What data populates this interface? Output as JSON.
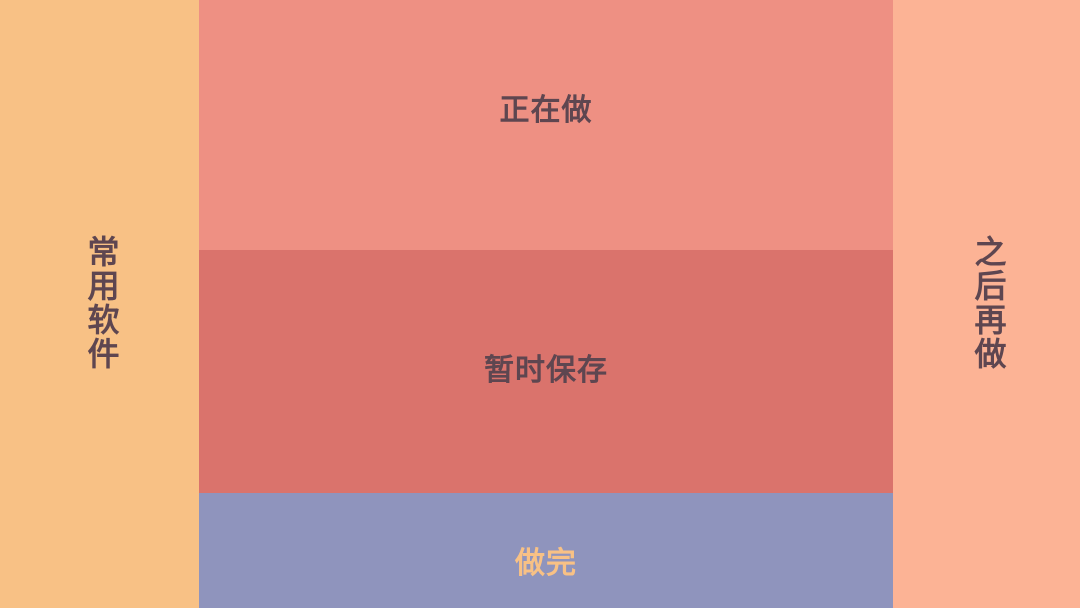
{
  "zones": {
    "left": {
      "label": "常用软件",
      "background": "#f8c185",
      "text_color": "#5e4650"
    },
    "top": {
      "label": "正在做",
      "background": "#ee9083",
      "text_color": "#5e4650"
    },
    "middle": {
      "label": "暂时保存",
      "background": "#da736c",
      "text_color": "#5e4650"
    },
    "bottom": {
      "label": "做完",
      "background": "#8f94bd",
      "text_color": "#f8c185"
    },
    "right": {
      "label": "之后再做",
      "background": "#fcb395",
      "text_color": "#5e4650"
    }
  }
}
